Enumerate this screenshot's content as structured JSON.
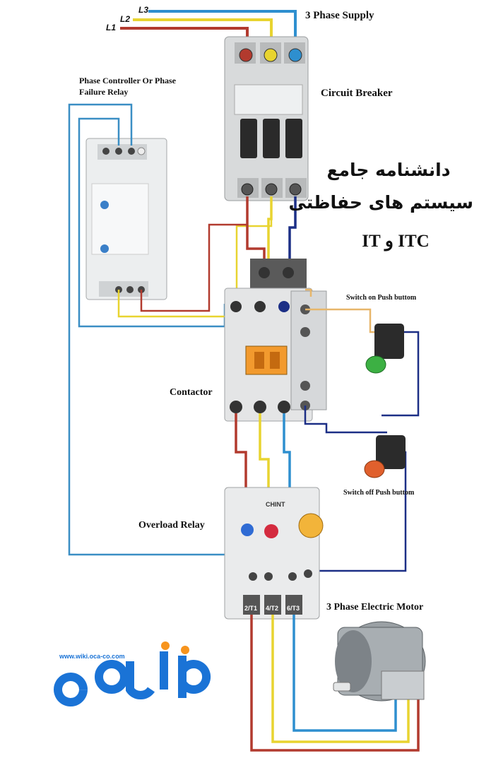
{
  "labels": {
    "supply": "3 Phase Supply",
    "breaker": "Circuit Breaker",
    "phase_relay_line1": "Phase Controller Or Phase",
    "phase_relay_line2": "Failure Relay",
    "contactor": "Contactor",
    "overload": "Overload Relay",
    "motor": "3 Phase Electric Motor",
    "switch_on": "Switch on Push buttom",
    "switch_off": "Switch off Push buttom"
  },
  "phases": {
    "l1": "L1",
    "l2": "L2",
    "l3": "L3"
  },
  "title_fa": {
    "line1": "دانشنامه جامع",
    "line2": "سیستم های حفاظتی",
    "line3": "ITC و IT"
  },
  "brand": {
    "url": "www.wiki.oca-co.com",
    "color": "#1a73d6",
    "accent": "#f7941d"
  },
  "wire_colors": {
    "l1": "#b23a2e",
    "l2": "#e8d430",
    "l3": "#2e8fcf",
    "control": "#1c2f86",
    "neutral": "#3a8ec4"
  },
  "overload_marks": {
    "brand": "CHINT",
    "terminals": [
      "2/T1",
      "4/T2",
      "6/T3"
    ]
  }
}
